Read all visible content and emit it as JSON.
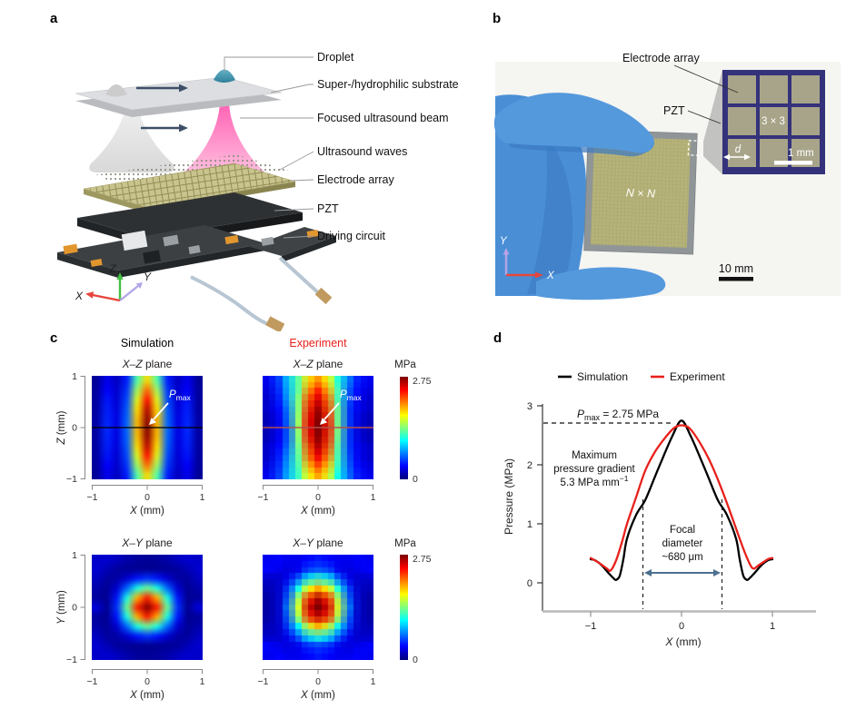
{
  "figure": {
    "panels": {
      "a": "a",
      "b": "b",
      "c": "c",
      "d": "d"
    }
  },
  "colors": {
    "experiment_red": "#e8211c",
    "simulation_black": "#000000",
    "scan_line_red": "#b5514c",
    "focal_arrow_blue": "#4d708f",
    "arrow_navy": "#3d4f66",
    "beam_pink": "#f653a6",
    "droplet_teal": "#2f7f99",
    "axis_x_red": "#e8453c",
    "axis_y_purple": "#b3a6e8",
    "axis_z_green": "#43bf43",
    "glove_blue": "#4a8fd6",
    "device_khaki": "#b6b37a",
    "inset_navy": "#34327a"
  },
  "panel_a": {
    "callouts": [
      "Droplet",
      "Super-/hydrophilic substrate",
      "Focused ultrasound beam",
      "Ultrasound waves",
      "Electrode array",
      "PZT",
      "Driving circuit"
    ],
    "axis_x": "X",
    "axis_y": "Y",
    "axis_z": "Z"
  },
  "panel_b": {
    "callout_electrode": "Electrode array",
    "callout_pzt": "PZT",
    "inset_grid": "3 × 3",
    "inset_pitch": "d",
    "inset_scale": "1 mm",
    "device_label": "N × N",
    "scale": "10 mm",
    "axis_x": "X",
    "axis_y": "Y"
  },
  "panel_c": {
    "col_titles": [
      "Simulation",
      "Experiment"
    ],
    "plane_titles": {
      "xz_var": "X–Z",
      "xy_var": "X–Y",
      "word_sp": " plane"
    },
    "axis": {
      "x_var": "X",
      "x_rest": " (mm)",
      "z_var": "Z",
      "z_rest": " (mm)",
      "y_var": "Y",
      "y_rest": " (mm)"
    },
    "colorbar": {
      "unit": "MPa",
      "max": "2.75",
      "min": "0"
    },
    "pmax": {
      "base": "P",
      "sub": "max"
    },
    "ticks": {
      "p1": "1",
      "z": "0",
      "n1": "−1"
    },
    "chart_data": [
      {
        "type": "heatmap",
        "title": "Simulation X-Z plane",
        "x_range": [
          -1,
          1
        ],
        "row_axis": "Z",
        "row_range": [
          1,
          -1
        ],
        "vmin": 0,
        "vmax": 2.75,
        "unit": "MPa",
        "smooth": true,
        "values": [
          [
            0.07,
            0.3,
            0.17,
            0.42,
            1.25,
            1.82,
            1.25,
            0.42,
            0.17,
            0.3,
            0.07
          ],
          [
            0.08,
            0.35,
            0.2,
            0.49,
            1.46,
            2.12,
            1.46,
            0.49,
            0.2,
            0.35,
            0.08
          ],
          [
            0.09,
            0.4,
            0.22,
            0.54,
            1.63,
            2.37,
            1.63,
            0.54,
            0.22,
            0.4,
            0.09
          ],
          [
            0.09,
            0.43,
            0.24,
            0.59,
            1.79,
            2.59,
            1.79,
            0.59,
            0.24,
            0.43,
            0.09
          ],
          [
            0.1,
            0.45,
            0.26,
            0.62,
            1.87,
            2.7,
            1.87,
            0.62,
            0.26,
            0.45,
            0.1
          ],
          [
            0.1,
            0.46,
            0.26,
            0.63,
            1.9,
            2.75,
            1.9,
            0.63,
            0.26,
            0.46,
            0.1
          ],
          [
            0.1,
            0.45,
            0.26,
            0.62,
            1.87,
            2.7,
            1.87,
            0.62,
            0.26,
            0.45,
            0.1
          ],
          [
            0.09,
            0.43,
            0.24,
            0.59,
            1.79,
            2.59,
            1.79,
            0.59,
            0.24,
            0.43,
            0.09
          ],
          [
            0.09,
            0.4,
            0.22,
            0.54,
            1.63,
            2.37,
            1.63,
            0.54,
            0.22,
            0.4,
            0.09
          ],
          [
            0.08,
            0.35,
            0.2,
            0.49,
            1.46,
            2.12,
            1.46,
            0.49,
            0.2,
            0.35,
            0.08
          ],
          [
            0.07,
            0.3,
            0.17,
            0.42,
            1.25,
            1.82,
            1.25,
            0.42,
            0.17,
            0.3,
            0.07
          ]
        ]
      },
      {
        "type": "heatmap",
        "title": "Experiment X-Z plane",
        "x_range": [
          -1,
          1
        ],
        "row_axis": "Z",
        "row_range": [
          1,
          -1
        ],
        "vmin": 0,
        "vmax": 2.75,
        "unit": "MPa",
        "smooth": false,
        "values": [
          [
            0.3,
            0.5,
            0.9,
            1.3,
            1.8,
            2.0,
            1.7,
            1.1,
            0.7,
            0.4,
            0.3
          ],
          [
            0.25,
            0.45,
            0.85,
            1.3,
            2.0,
            2.3,
            1.9,
            1.2,
            0.6,
            0.35,
            0.25
          ],
          [
            0.2,
            0.4,
            0.8,
            1.4,
            2.2,
            2.5,
            2.1,
            1.2,
            0.55,
            0.3,
            0.2
          ],
          [
            0.2,
            0.35,
            0.7,
            1.4,
            2.3,
            2.65,
            2.2,
            1.3,
            0.5,
            0.3,
            0.2
          ],
          [
            0.15,
            0.3,
            0.65,
            1.45,
            2.4,
            2.72,
            2.3,
            1.3,
            0.5,
            0.25,
            0.15
          ],
          [
            0.15,
            0.3,
            0.6,
            1.45,
            2.4,
            2.75,
            2.35,
            1.35,
            0.5,
            0.25,
            0.15
          ],
          [
            0.15,
            0.3,
            0.6,
            1.4,
            2.35,
            2.7,
            2.3,
            1.3,
            0.5,
            0.25,
            0.15
          ],
          [
            0.2,
            0.35,
            0.65,
            1.35,
            2.2,
            2.6,
            2.2,
            1.25,
            0.5,
            0.3,
            0.2
          ],
          [
            0.2,
            0.4,
            0.75,
            1.3,
            2.1,
            2.45,
            2.05,
            1.2,
            0.55,
            0.3,
            0.2
          ],
          [
            0.25,
            0.45,
            0.8,
            1.25,
            1.9,
            2.2,
            1.85,
            1.15,
            0.6,
            0.35,
            0.25
          ],
          [
            0.3,
            0.5,
            0.85,
            1.2,
            1.7,
            1.95,
            1.65,
            1.05,
            0.65,
            0.4,
            0.3
          ]
        ]
      },
      {
        "type": "heatmap",
        "title": "Simulation X-Y plane",
        "x_range": [
          -1,
          1
        ],
        "row_axis": "Y",
        "row_range": [
          1,
          -1
        ],
        "vmin": 0,
        "vmax": 2.75,
        "unit": "MPa",
        "smooth": true,
        "values": [
          [
            0.2,
            0.22,
            0.18,
            0.12,
            0.08,
            0.07,
            0.08,
            0.12,
            0.18,
            0.22,
            0.2
          ],
          [
            0.22,
            0.15,
            0.08,
            0.06,
            0.05,
            0.05,
            0.05,
            0.06,
            0.08,
            0.15,
            0.22
          ],
          [
            0.18,
            0.08,
            0.1,
            0.22,
            0.4,
            0.48,
            0.4,
            0.22,
            0.1,
            0.08,
            0.18
          ],
          [
            0.12,
            0.06,
            0.22,
            0.62,
            1.1,
            1.33,
            1.1,
            0.62,
            0.22,
            0.06,
            0.12
          ],
          [
            0.08,
            0.05,
            0.4,
            1.1,
            1.93,
            2.34,
            1.93,
            1.1,
            0.4,
            0.05,
            0.08
          ],
          [
            0.25,
            0.05,
            0.48,
            1.33,
            2.34,
            2.75,
            2.34,
            1.33,
            0.48,
            0.05,
            0.25
          ],
          [
            0.08,
            0.05,
            0.4,
            1.1,
            1.93,
            2.34,
            1.93,
            1.1,
            0.4,
            0.05,
            0.08
          ],
          [
            0.12,
            0.06,
            0.22,
            0.62,
            1.1,
            1.33,
            1.1,
            0.62,
            0.22,
            0.06,
            0.12
          ],
          [
            0.18,
            0.08,
            0.1,
            0.22,
            0.4,
            0.48,
            0.4,
            0.22,
            0.1,
            0.08,
            0.18
          ],
          [
            0.22,
            0.15,
            0.08,
            0.06,
            0.05,
            0.05,
            0.05,
            0.06,
            0.08,
            0.15,
            0.22
          ],
          [
            0.2,
            0.22,
            0.18,
            0.12,
            0.08,
            0.07,
            0.08,
            0.12,
            0.18,
            0.22,
            0.2
          ]
        ]
      },
      {
        "type": "heatmap",
        "title": "Experiment X-Y plane",
        "x_range": [
          -1,
          1
        ],
        "row_axis": "Y",
        "row_range": [
          1,
          -1
        ],
        "vmin": 0,
        "vmax": 2.75,
        "unit": "MPa",
        "smooth": false,
        "values": [
          [
            0.3,
            0.35,
            0.3,
            0.3,
            0.35,
            0.4,
            0.35,
            0.3,
            0.3,
            0.35,
            0.3
          ],
          [
            0.35,
            0.3,
            0.25,
            0.3,
            0.5,
            0.55,
            0.5,
            0.3,
            0.25,
            0.3,
            0.35
          ],
          [
            0.2,
            0.2,
            0.3,
            0.6,
            1.0,
            1.15,
            1.0,
            0.6,
            0.3,
            0.2,
            0.2
          ],
          [
            0.15,
            0.2,
            0.5,
            1.1,
            1.7,
            1.95,
            1.7,
            1.1,
            0.5,
            0.2,
            0.15
          ],
          [
            0.1,
            0.2,
            0.6,
            1.5,
            2.3,
            2.6,
            2.3,
            1.5,
            0.6,
            0.2,
            0.1
          ],
          [
            0.1,
            0.2,
            0.7,
            1.6,
            2.5,
            2.75,
            2.5,
            1.6,
            0.7,
            0.2,
            0.1
          ],
          [
            0.1,
            0.2,
            0.6,
            1.5,
            2.3,
            2.55,
            2.3,
            1.5,
            0.6,
            0.2,
            0.1
          ],
          [
            0.15,
            0.2,
            0.5,
            1.0,
            1.6,
            1.9,
            1.6,
            1.0,
            0.5,
            0.2,
            0.15
          ],
          [
            0.2,
            0.2,
            0.3,
            0.6,
            0.95,
            1.1,
            0.95,
            0.6,
            0.3,
            0.2,
            0.2
          ],
          [
            0.35,
            0.3,
            0.25,
            0.3,
            0.45,
            0.5,
            0.45,
            0.3,
            0.25,
            0.3,
            0.35
          ],
          [
            0.3,
            0.35,
            0.3,
            0.3,
            0.35,
            0.4,
            0.35,
            0.3,
            0.3,
            0.35,
            0.3
          ]
        ]
      }
    ]
  },
  "panel_d": {
    "legend": [
      {
        "label": "Simulation",
        "color": "#000000"
      },
      {
        "label": "Experiment",
        "color": "#e8211c"
      }
    ],
    "ylabel": "Pressure (MPa)",
    "xlabel_var": "X",
    "xlabel_rest": " (mm)",
    "y_ticks": [
      "3",
      "2",
      "1",
      "0"
    ],
    "x_ticks": [
      "−1",
      "0",
      "1"
    ],
    "pmax_base": "P",
    "pmax_sub": "max",
    "pmax_rest": " = 2.75 MPa",
    "gradient_line1": "Maximum",
    "gradient_line2": "pressure gradient",
    "gradient_value": "5.3 MPa mm",
    "gradient_sup": "−1",
    "focal_line1": "Focal",
    "focal_line2": "diameter",
    "focal_line3": "~680 μm",
    "chart_data": {
      "type": "line",
      "xlabel": "X (mm)",
      "ylabel": "Pressure (MPa)",
      "xlim": [
        -1.5,
        1.5
      ],
      "ylim": [
        -0.5,
        3
      ],
      "legend_position": "top",
      "annotations": {
        "p_max_mpa": 2.75,
        "max_pressure_gradient": "5.3 MPa mm^-1",
        "focal_diameter_um": 680
      },
      "series": [
        {
          "name": "Simulation",
          "color": "#000000",
          "x": [
            -1,
            -0.95,
            -0.88,
            -0.8,
            -0.75,
            -0.72,
            -0.68,
            -0.64,
            -0.6,
            -0.5,
            -0.4,
            -0.3,
            -0.2,
            -0.1,
            0,
            0.1,
            0.2,
            0.3,
            0.4,
            0.5,
            0.6,
            0.64,
            0.68,
            0.72,
            0.75,
            0.8,
            0.88,
            0.95,
            1
          ],
          "y": [
            0.4,
            0.38,
            0.3,
            0.16,
            0.08,
            0.05,
            0.12,
            0.4,
            0.75,
            1.15,
            1.4,
            1.77,
            2.14,
            2.49,
            2.75,
            2.49,
            2.14,
            1.77,
            1.4,
            1.15,
            0.75,
            0.4,
            0.12,
            0.05,
            0.08,
            0.16,
            0.3,
            0.38,
            0.4
          ]
        },
        {
          "name": "Experiment",
          "color": "#e8211c",
          "x": [
            -1,
            -0.9,
            -0.82,
            -0.78,
            -0.72,
            -0.65,
            -0.6,
            -0.5,
            -0.4,
            -0.3,
            -0.2,
            -0.1,
            -0.04,
            0.04,
            0.1,
            0.2,
            0.3,
            0.4,
            0.5,
            0.6,
            0.7,
            0.78,
            0.85,
            0.95,
            1
          ],
          "y": [
            0.42,
            0.33,
            0.24,
            0.21,
            0.38,
            0.72,
            1.0,
            1.45,
            1.9,
            2.2,
            2.42,
            2.6,
            2.66,
            2.66,
            2.6,
            2.38,
            2.1,
            1.75,
            1.35,
            0.92,
            0.5,
            0.25,
            0.3,
            0.4,
            0.42
          ]
        }
      ]
    }
  }
}
